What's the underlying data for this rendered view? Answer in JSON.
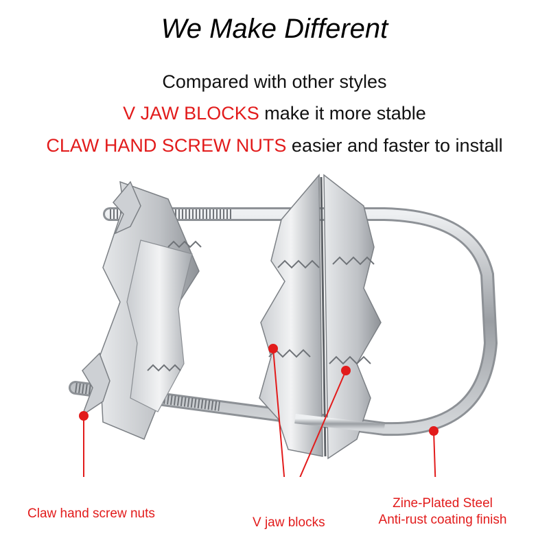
{
  "header": {
    "title": "We Make Different",
    "line1": "Compared with other styles",
    "line2": {
      "highlight": "V JAW BLOCKS",
      "rest": " make it more stable"
    },
    "line3": {
      "highlight": "CLAW HAND SCREW NUTS",
      "rest": " easier and faster to install"
    }
  },
  "callouts": {
    "claw": "Claw hand screw nuts",
    "vjaw": "V jaw blocks",
    "steel_line1": "Zine-Plated Steel",
    "steel_line2": "Anti-rust coating finish"
  },
  "colors": {
    "accent": "#e21b1b",
    "metal": "#b9bcc0",
    "text": "#111111"
  }
}
